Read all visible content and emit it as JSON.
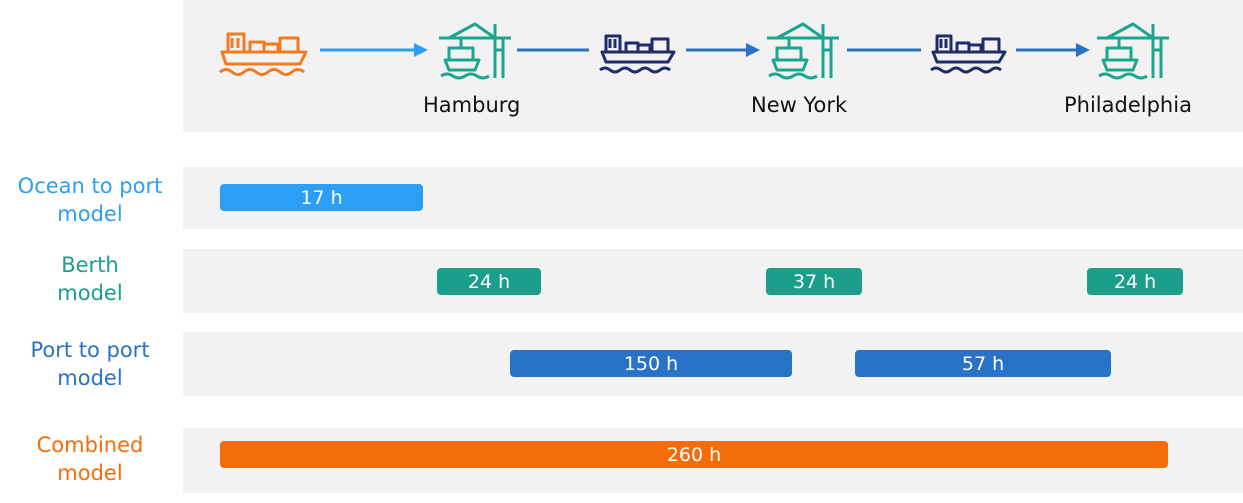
{
  "colors": {
    "ocean": "#2b9ff5",
    "berth": "#1b9e8a",
    "port_to_port": "#2872c8",
    "combined": "#f46d0a",
    "ship_dark": "#1f2c6b",
    "ship_orange": "#f47a1f",
    "crane": "#1aa58f"
  },
  "icons": [
    "cargo-ship-icon",
    "port-crane-icon"
  ],
  "ports": [
    "Hamburg",
    "New York",
    "Philadelphia"
  ],
  "rows": [
    {
      "label_line1": "Ocean to port",
      "label_line2": "model"
    },
    {
      "label_line1": "Berth",
      "label_line2": "model"
    },
    {
      "label_line1": "Port to port",
      "label_line2": "model"
    },
    {
      "label_line1": "Combined",
      "label_line2": "model"
    }
  ],
  "bars": {
    "ocean": [
      "17 h"
    ],
    "berth": [
      "24 h",
      "37 h",
      "24 h"
    ],
    "port_to_port": [
      "150 h",
      "57 h"
    ],
    "combined": [
      "260 h"
    ]
  }
}
